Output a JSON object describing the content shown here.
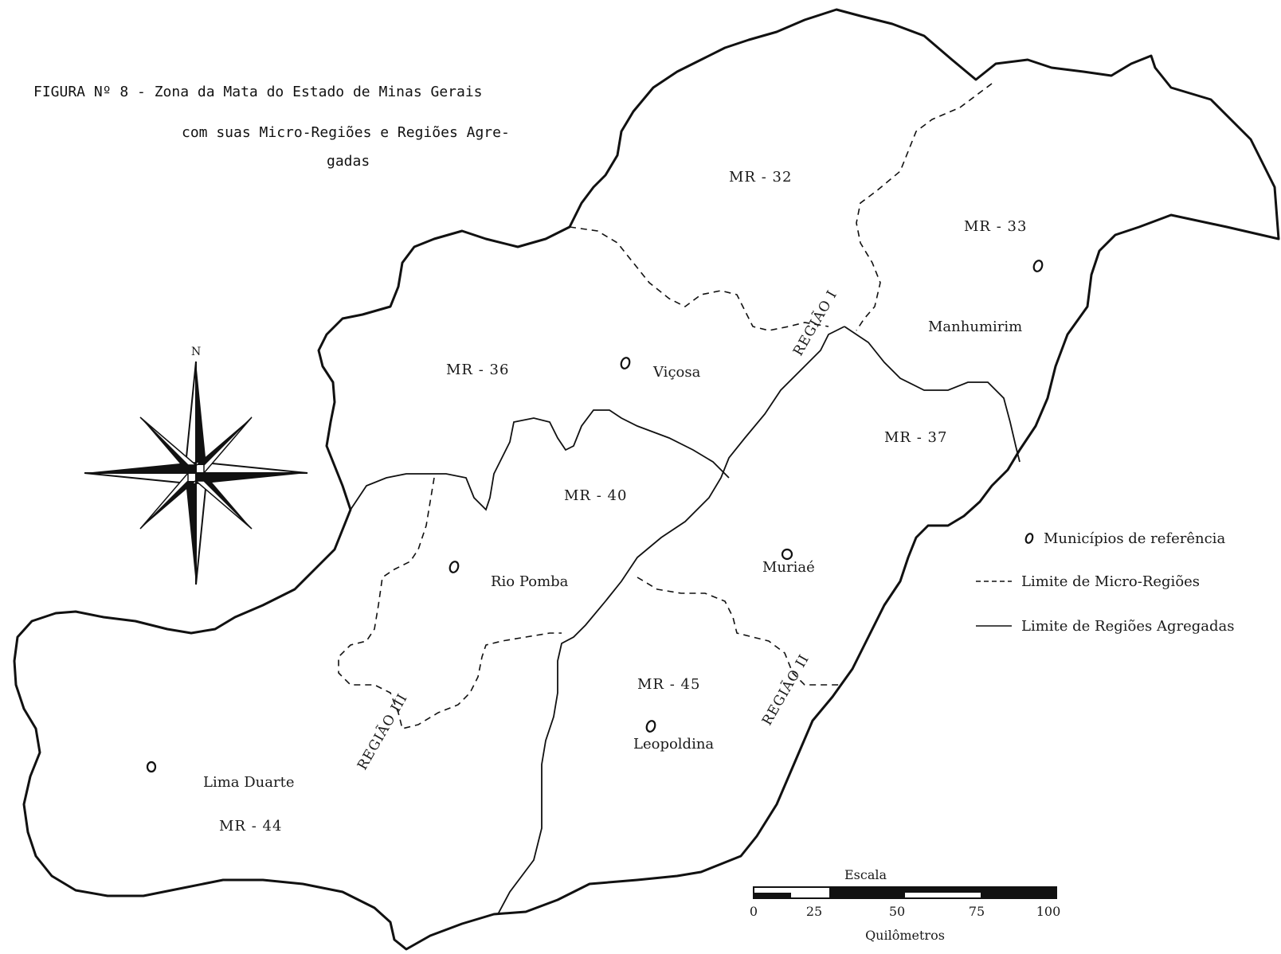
{
  "title": {
    "line1": "FIGURA Nº 8 -  Zona da Mata do Estado de Minas Gerais",
    "line2": "com suas Micro-Regiões e Regiões Agre-",
    "line3": "gadas"
  },
  "compass": {
    "north": "N"
  },
  "microregions": [
    {
      "id": "mr32",
      "label": "MR - 32"
    },
    {
      "id": "mr33",
      "label": "MR - 33"
    },
    {
      "id": "mr36",
      "label": "MR - 36"
    },
    {
      "id": "mr37",
      "label": "MR - 37"
    },
    {
      "id": "mr40",
      "label": "MR - 40"
    },
    {
      "id": "mr44",
      "label": "MR - 44"
    },
    {
      "id": "mr45",
      "label": "MR - 45"
    }
  ],
  "towns": [
    {
      "id": "manhumirim",
      "label": "Manhumirim"
    },
    {
      "id": "vicosa",
      "label": "Viçosa"
    },
    {
      "id": "riopomba",
      "label": "Rio Pomba"
    },
    {
      "id": "muriae",
      "label": "Muriaé"
    },
    {
      "id": "leopoldina",
      "label": "Leopoldina"
    },
    {
      "id": "limaduarte",
      "label": "Lima Duarte"
    }
  ],
  "regions": [
    {
      "id": "regiao1",
      "label": "REGIÃO I"
    },
    {
      "id": "regiao2",
      "label": "REGIÃO II"
    },
    {
      "id": "regiao3",
      "label": "REGIÃO III"
    }
  ],
  "legend": {
    "municipios": "Municípios de referência",
    "micro": "Limite de Micro-Regiões",
    "agregadas": "Limite de Regiões Agregadas"
  },
  "scale": {
    "title": "Escala",
    "ticks": [
      "0",
      "25",
      "50",
      "75",
      "100"
    ],
    "unit": "Quilômetros"
  }
}
